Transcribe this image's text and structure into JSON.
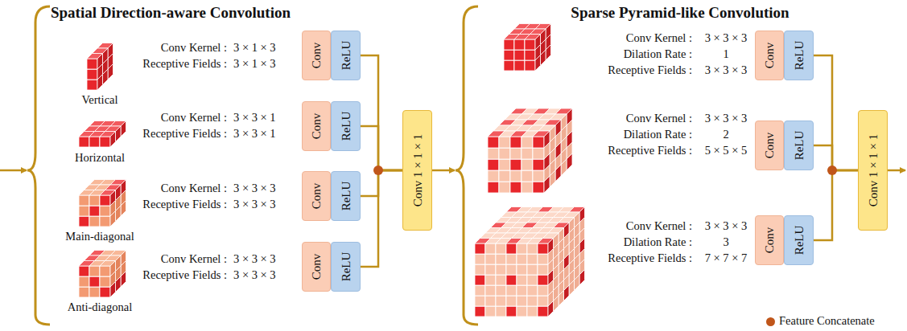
{
  "diagram": {
    "nodes": [
      {
        "text": [
          "Conv"
        ]
      },
      {
        "text": [
          "ReLU"
        ]
      },
      {
        "text": [
          "Conv"
        ]
      },
      {
        "text": [
          "ReLU"
        ]
      },
      {
        "text": [
          "Conv"
        ]
      },
      {
        "text": [
          "ReLU"
        ]
      },
      {
        "text": [
          "Conv"
        ]
      },
      {
        "text": [
          "ReLU"
        ]
      },
      {
        "text": [
          "Conv 1 × 1 × 1"
        ]
      },
      {
        "text": [
          "Conv"
        ]
      },
      {
        "text": [
          "ReLU"
        ]
      },
      {
        "text": [
          "Conv"
        ]
      },
      {
        "text": [
          "ReLU"
        ]
      },
      {
        "text": [
          "Conv"
        ]
      },
      {
        "text": [
          "ReLU"
        ]
      },
      {
        "text": [
          "Conv 1 × 1 × 1"
        ]
      }
    ],
    "edges": [
      {
        "from": 1,
        "to": 8,
        "arrow": "none"
      },
      {
        "from": 3,
        "to": 8,
        "arrow": "none"
      },
      {
        "from": 5,
        "to": 8,
        "arrow": "none"
      },
      {
        "from": 7,
        "to": 8,
        "arrow": "none"
      },
      {
        "from": 10,
        "to": 15,
        "arrow": "none"
      },
      {
        "from": 12,
        "to": 15,
        "arrow": "none"
      },
      {
        "from": 14,
        "to": 15,
        "arrow": "none"
      }
    ],
    "labels": [
      "Spatial Direction-aware Convolution",
      "Sparse Pyramid-like Convolution",
      "Vertical",
      "Horizontal",
      "Main-diagonal",
      "Anti-diagonal",
      "Conv Kernel :",
      "3 × 1 × 3",
      "Receptive Fields :",
      "3 × 1 × 3",
      "Conv Kernel :",
      "3 × 3 × 1",
      "Receptive Fields :",
      "3 × 3 × 1",
      "Conv Kernel :",
      "3 × 3 × 3",
      "Receptive Fields :",
      "3 × 3 × 3",
      "Conv Kernel :",
      "3 × 3 × 3",
      "Receptive Fields :",
      "3 × 3 × 3",
      "Conv Kernel :",
      "3 × 3 × 3",
      "Dilation Rate :",
      "1",
      "Receptive Fields :",
      "3 × 3 × 3",
      "Conv Kernel :",
      "3 × 3 × 3",
      "Dilation Rate :",
      "2",
      "Receptive Fields :",
      "5 × 5 × 5",
      "Conv Kernel :",
      "3 × 3 × 3",
      "Dilation Rate :",
      "3",
      "Receptive Fields :",
      "7 × 7 × 7"
    ],
    "legend": [
      {
        "text": "Feature Concatenate",
        "color": "#c0561a"
      }
    ]
  }
}
